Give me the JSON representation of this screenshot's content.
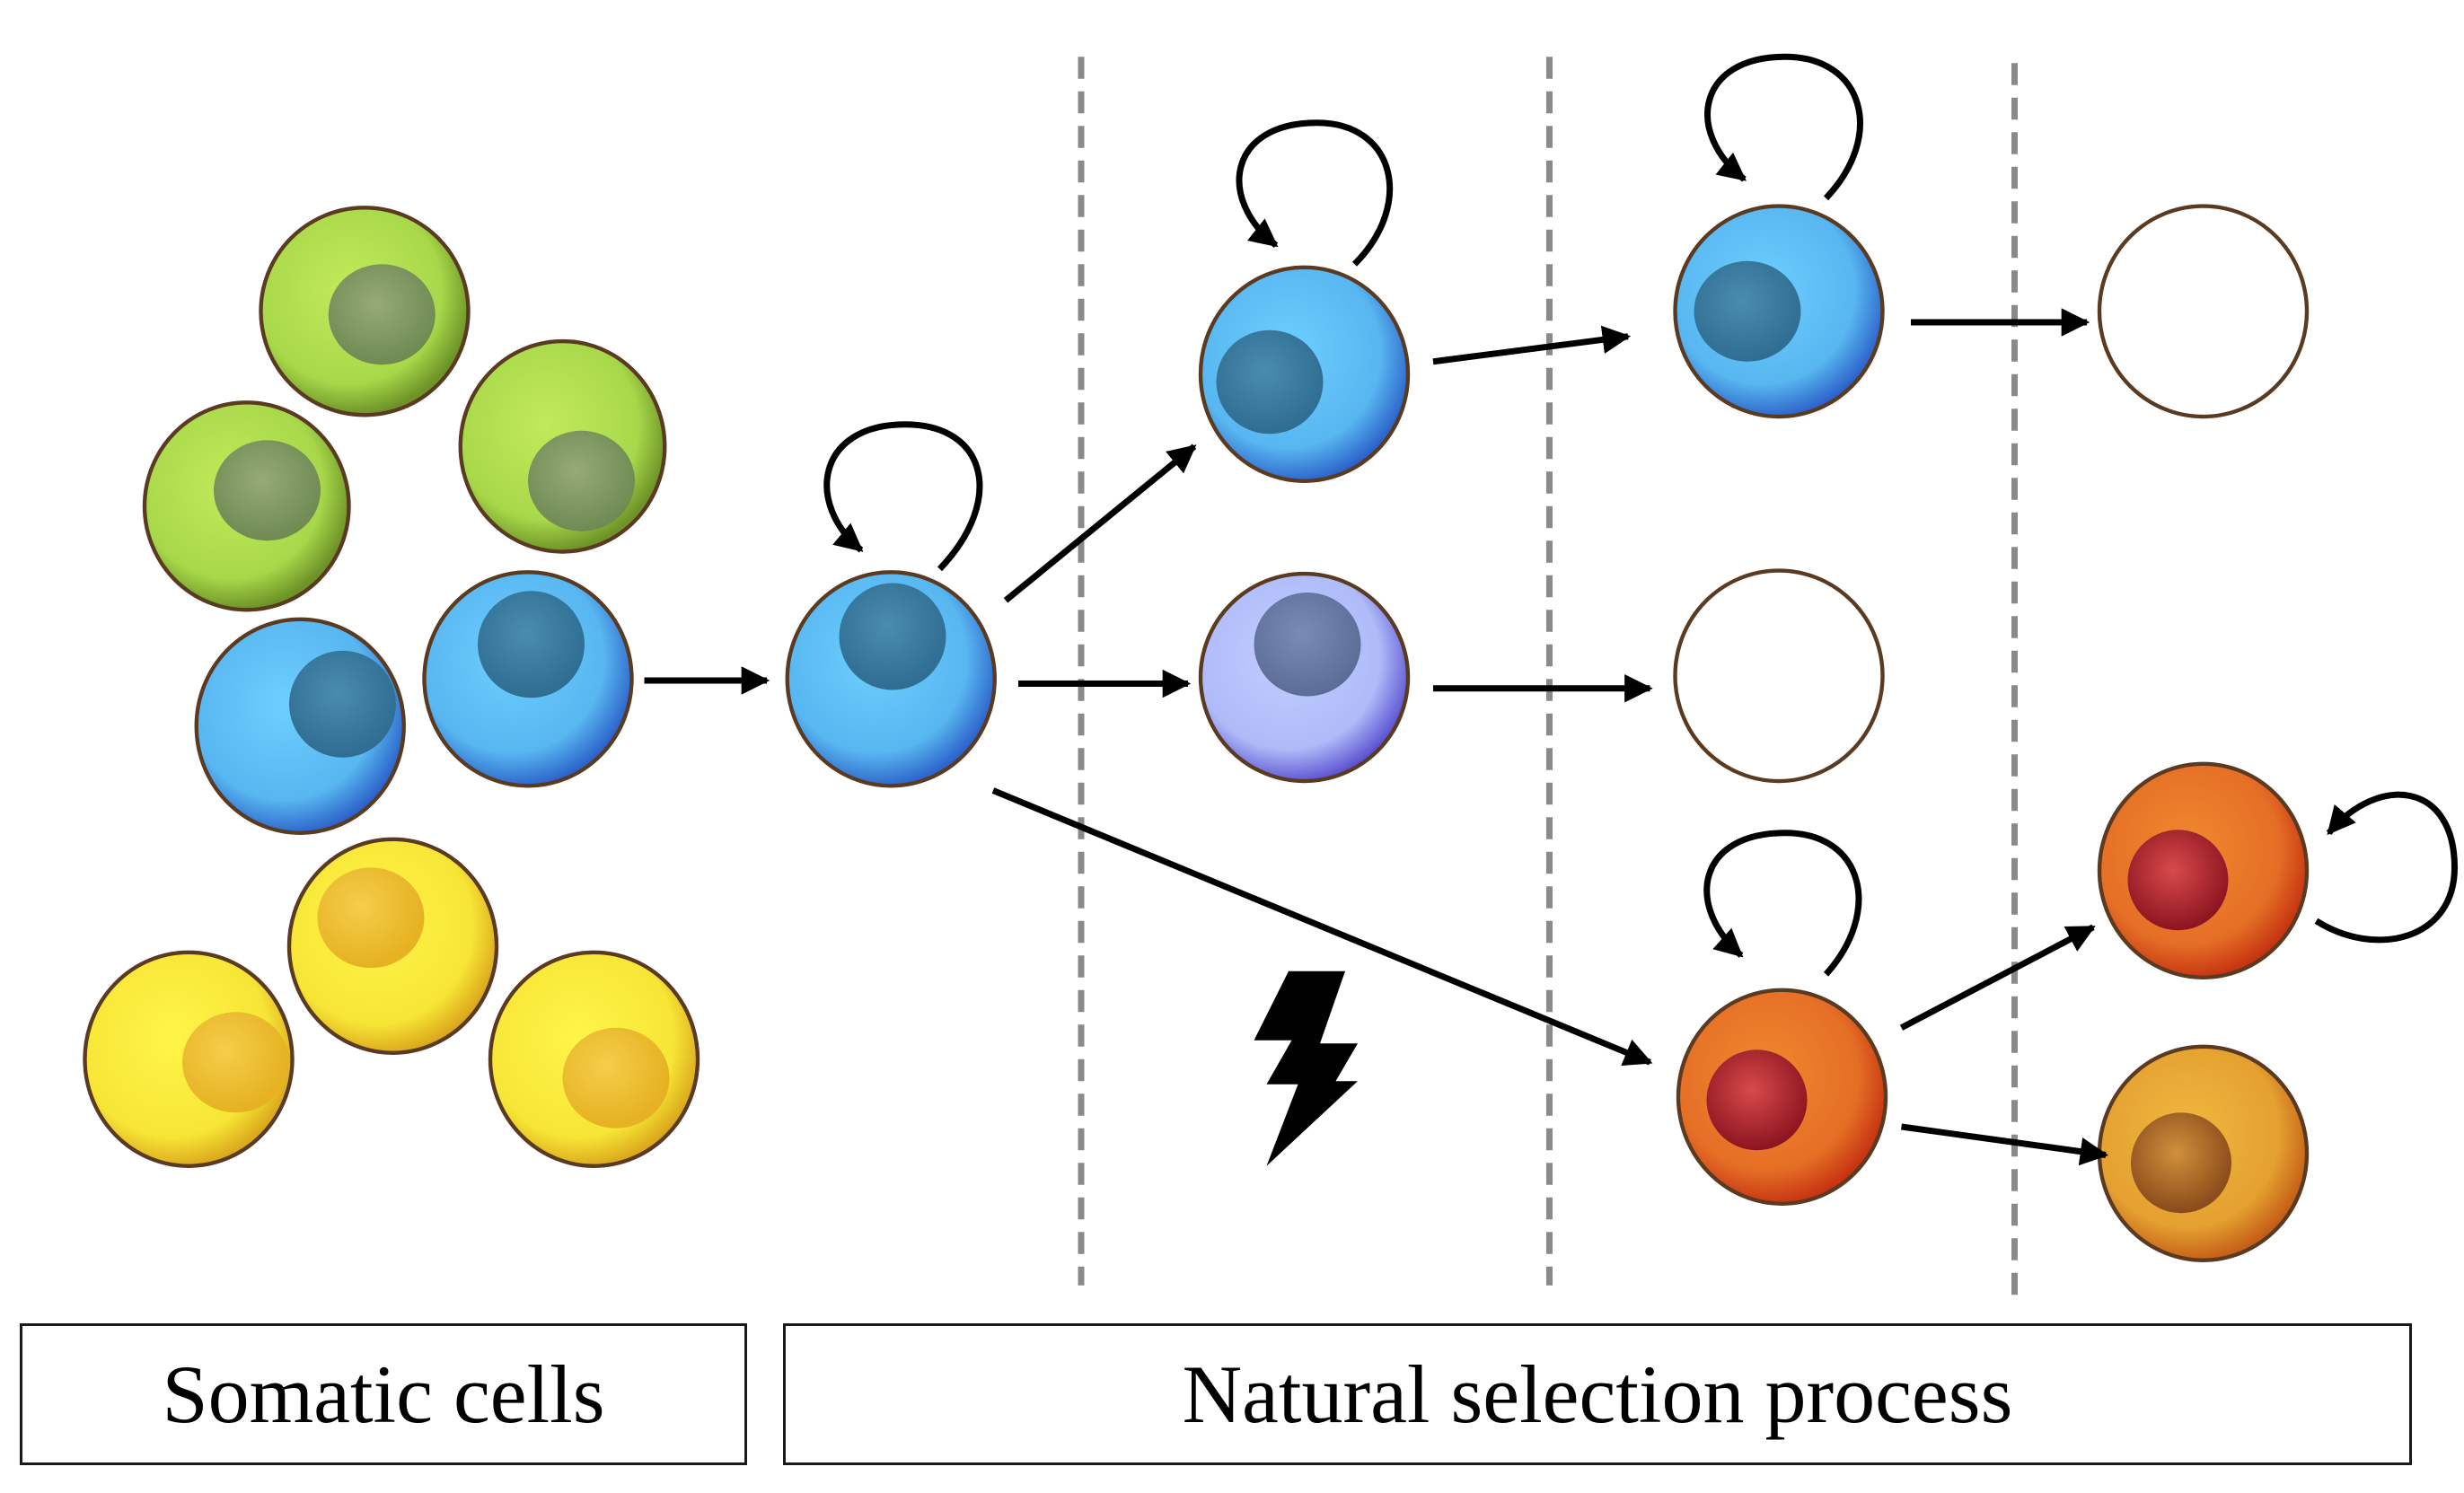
{
  "labels": {
    "somatic": "Somatic cells",
    "selection": "Natural selection process"
  },
  "colors": {
    "green": "#a8d84a",
    "blue": "#5ab4ee",
    "lavender": "#b0bcf5",
    "yellow": "#f7ea3a",
    "orange": "#e8622a",
    "amber": "#e0a535",
    "divider": "#8a8a8a",
    "outline": "#5a3a20"
  },
  "icons": [
    "lightning-bolt-icon",
    "self-renewal-arrow-icon"
  ],
  "groups": {
    "somatic_cell_types": [
      "green",
      "blue",
      "yellow"
    ],
    "selection_stages": 4
  }
}
